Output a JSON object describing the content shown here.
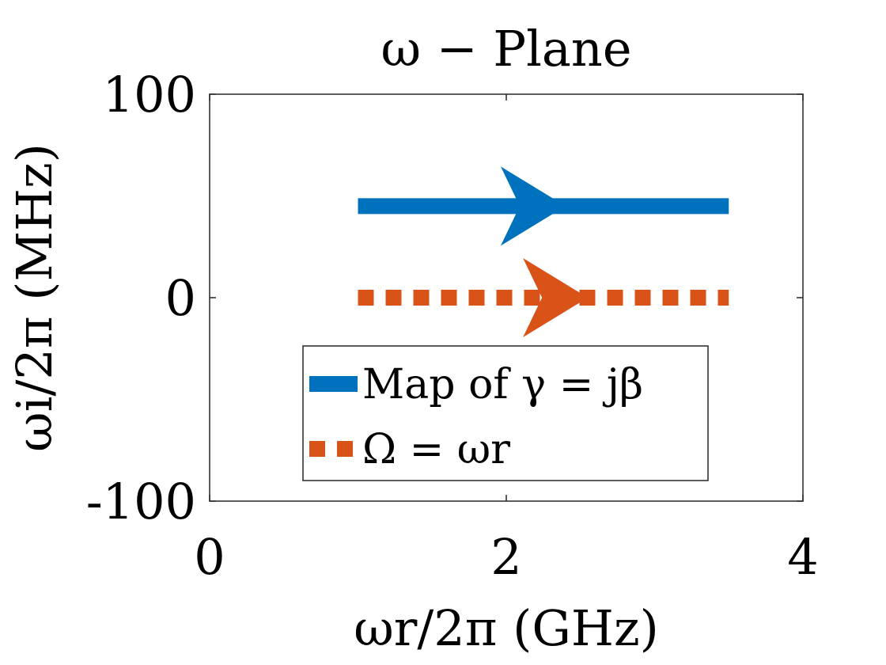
{
  "chart_data": {
    "type": "line",
    "title": "ω − Plane",
    "xlabel": "ωr/2π (GHz)",
    "ylabel": "ωi/2π (MHz)",
    "xlim": [
      0,
      4
    ],
    "ylim": [
      -100,
      100
    ],
    "xticks": [
      0,
      2,
      4
    ],
    "yticks": [
      -100,
      0,
      100
    ],
    "xtick_labels": [
      "0",
      "2",
      "4"
    ],
    "ytick_labels": [
      "-100",
      "0",
      "100"
    ],
    "grid": false,
    "legend": "bottom-center",
    "series": [
      {
        "name": "Map of γ = jβ",
        "style": "solid",
        "color": "#0072BD",
        "x": [
          1,
          3.5
        ],
        "y": [
          45,
          45
        ],
        "arrow_x": 2.4,
        "direction": "right"
      },
      {
        "name": "Ω = ωr",
        "style": "dotted",
        "color": "#D95319",
        "x": [
          1,
          3.5
        ],
        "y": [
          0,
          0
        ],
        "arrow_x": 2.55,
        "direction": "right"
      }
    ]
  }
}
